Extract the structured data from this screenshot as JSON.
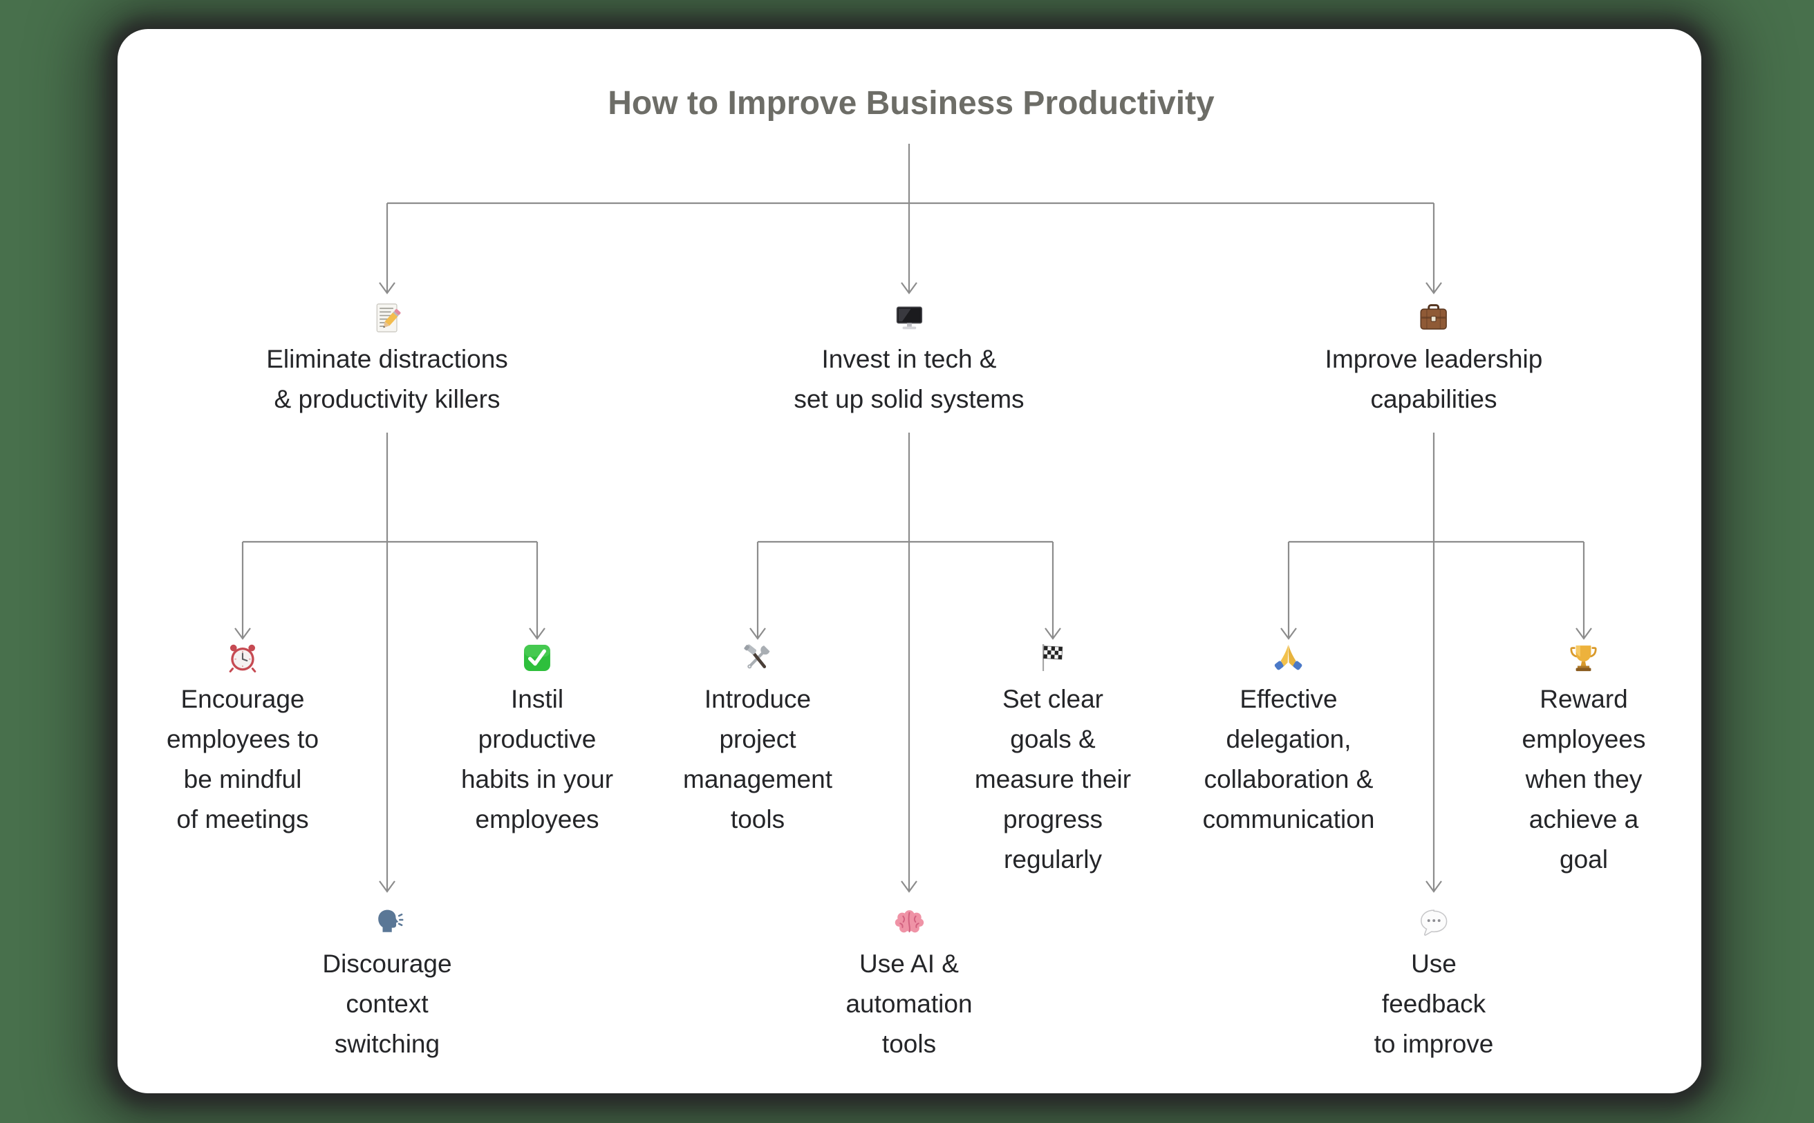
{
  "title": "How to Improve Business Productivity",
  "colors": {
    "background": "#48704C",
    "card": "#ffffff",
    "connector": "#8c8c8c",
    "text": "#242528",
    "title": "#6d6d67"
  },
  "tree": {
    "branches": [
      {
        "icon": "memo-icon",
        "lines": [
          "Eliminate distractions",
          "& productivity killers"
        ],
        "children": [
          {
            "icon": "alarm-clock-icon",
            "lines": [
              "Encourage",
              "employees to",
              "be mindful",
              "of meetings"
            ]
          },
          {
            "icon": "check-mark-icon",
            "lines": [
              "Instil",
              "productive",
              "habits in your",
              "employees"
            ]
          }
        ],
        "footer": {
          "icon": "speaking-head-icon",
          "lines": [
            "Discourage",
            "context",
            "switching"
          ]
        }
      },
      {
        "icon": "desktop-computer-icon",
        "lines": [
          "Invest in tech &",
          "set up solid systems"
        ],
        "children": [
          {
            "icon": "hammer-and-wrench-icon",
            "lines": [
              "Introduce",
              "project",
              "management",
              "tools"
            ]
          },
          {
            "icon": "checkered-flag-icon",
            "lines": [
              "Set clear",
              "goals &",
              "measure their",
              "progress",
              "regularly"
            ]
          }
        ],
        "footer": {
          "icon": "brain-icon",
          "lines": [
            "Use AI &",
            "automation",
            "tools"
          ]
        }
      },
      {
        "icon": "briefcase-icon",
        "lines": [
          "Improve leadership",
          "capabilities"
        ],
        "children": [
          {
            "icon": "folded-hands-icon",
            "lines": [
              "Effective",
              "delegation,",
              "collaboration &",
              "communication"
            ]
          },
          {
            "icon": "trophy-icon",
            "lines": [
              "Reward",
              "employees",
              "when they",
              "achieve a",
              "goal"
            ]
          }
        ],
        "footer": {
          "icon": "speech-balloon-icon",
          "lines": [
            "Use",
            "feedback",
            "to improve"
          ]
        }
      }
    ]
  }
}
